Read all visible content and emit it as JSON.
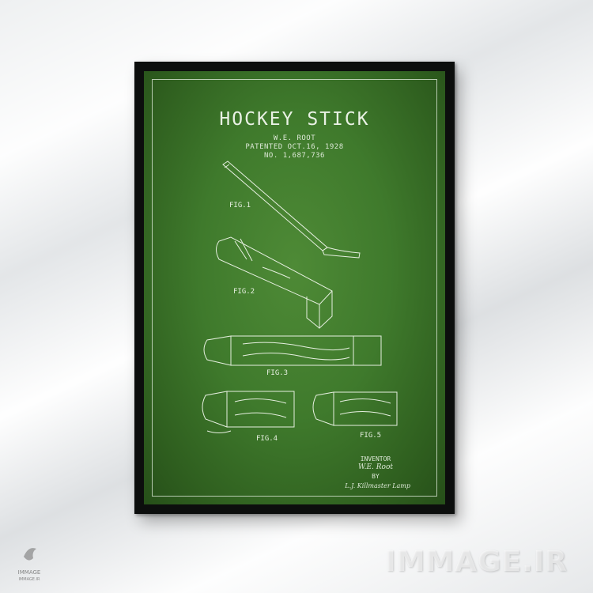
{
  "poster": {
    "title": "HOCKEY STICK",
    "inventor_line": "W.E. ROOT",
    "patent_date": "PATENTED OCT.16, 1928",
    "patent_number": "NO. 1,687,736",
    "figures": [
      "FIG.1",
      "FIG.2",
      "FIG.3",
      "FIG.4",
      "FIG.5"
    ],
    "inventor_label": "INVENTOR",
    "inventor_signature": "W.E. Root",
    "by_label": "BY",
    "attorney_signature": "L.J. Killmaster Lamp"
  },
  "watermark": {
    "text": "IMMAGE.IR",
    "logo_text": "IMMAGE",
    "logo_url_text": "IMMAGE.IR"
  },
  "colors": {
    "poster_green": "#3f7a2c",
    "frame": "#0c0e0d",
    "line": "#e6efe0"
  }
}
